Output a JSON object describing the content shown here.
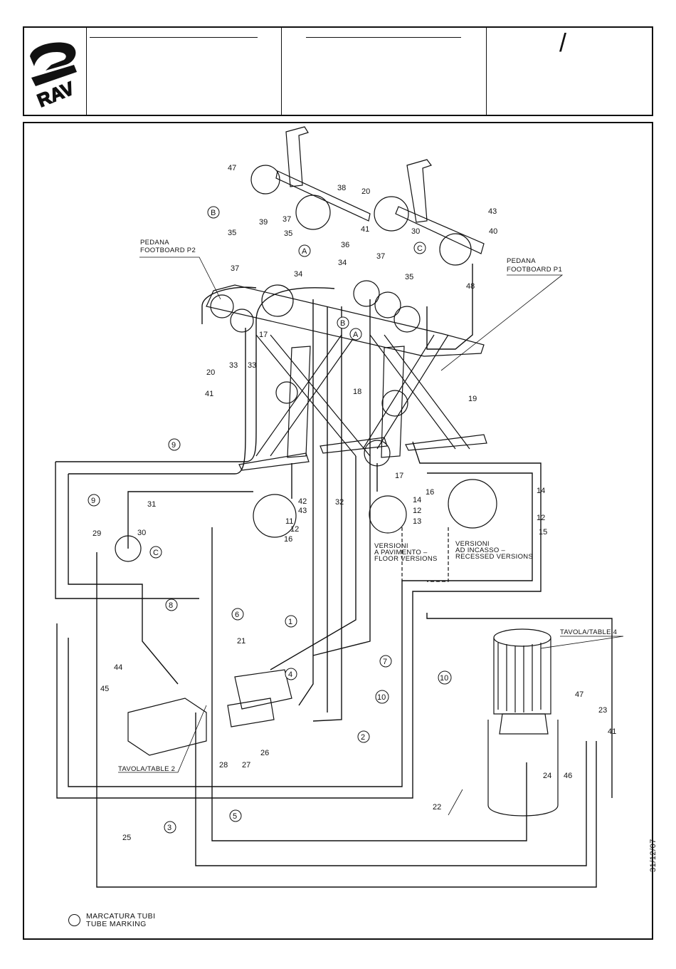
{
  "header": {
    "logo_text": "RAV",
    "slash": "/"
  },
  "legend": {
    "line1": "MARCATURA TUBI",
    "line2": "TUBE MARKING"
  },
  "date": "31/12/07",
  "captions": {
    "footboard_p2_it": "PEDANA",
    "footboard_p2_en": "FOOTBOARD P2",
    "footboard_p1_it": "PEDANA",
    "footboard_p1_en": "FOOTBOARD P1",
    "floor_it_1": "VERSIONI",
    "floor_it_2": "A PAVIMENTO –",
    "floor_en": "FLOOR VERSIONS",
    "recessed_it_1": "VERSIONI",
    "recessed_it_2": "AD INCASSO –",
    "recessed_en": "RECESSED VERSIONS",
    "table4": "TAVOLA/TABLE 4",
    "table2": "TAVOLA/TABLE 2"
  },
  "letters": {
    "a": "A",
    "b": "B",
    "c": "C"
  },
  "parts": {
    "p1": "1",
    "p2": "2",
    "p3": "3",
    "p4": "4",
    "p5": "5",
    "p6": "6",
    "p7": "7",
    "p8": "8",
    "p9": "9",
    "p10": "10",
    "p11": "11",
    "p12": "12",
    "p13": "13",
    "p14": "14",
    "p15": "15",
    "p16": "16",
    "p17": "17",
    "p18": "18",
    "p19": "19",
    "p20": "20",
    "p21": "21",
    "p22": "22",
    "p23": "23",
    "p24": "24",
    "p25": "25",
    "p26": "26",
    "p27": "27",
    "p28": "28",
    "p29": "29",
    "p30": "30",
    "p31": "31",
    "p32": "32",
    "p33": "33",
    "p34": "34",
    "p35": "35",
    "p36": "36",
    "p37": "37",
    "p38": "38",
    "p39": "39",
    "p40": "40",
    "p41": "41",
    "p42": "42",
    "p43": "43",
    "p44": "44",
    "p45": "45",
    "p46": "46",
    "p47": "47",
    "p48": "48"
  }
}
